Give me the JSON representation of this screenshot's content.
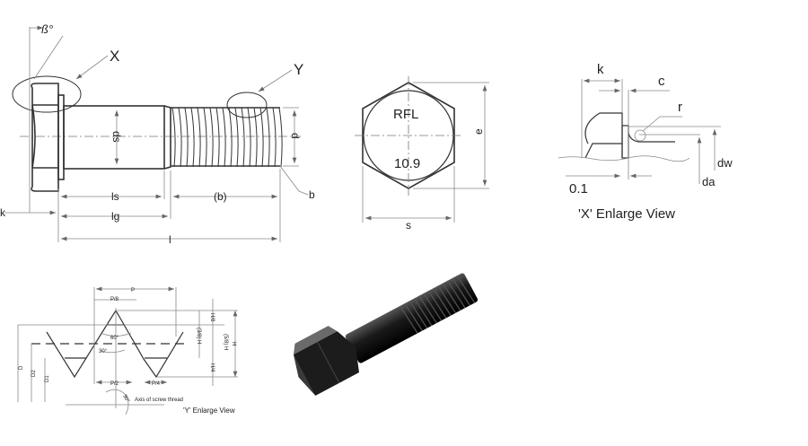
{
  "bolt_side_view": {
    "angle_label": "ß°",
    "detail_x_label": "X",
    "detail_y_label": "Y",
    "shank_diameter_label": "ds",
    "thread_diameter_label": "d",
    "chamfer_label": "b",
    "head_height_label": "k",
    "shank_length_label": "ls",
    "thread_length_label": "(b)",
    "grip_length_label": "lg",
    "total_length_label": "l"
  },
  "hex_head_view": {
    "manufacturer_mark": "RFL",
    "property_class": "10.9",
    "across_corners_label": "e",
    "across_flats_label": "s"
  },
  "x_enlarge_view": {
    "title": "'X' Enlarge View",
    "k_label": "k",
    "c_label": "c",
    "r_label": "r",
    "dw_label": "dw",
    "da_label": "da",
    "tolerance_label": "0.1"
  },
  "y_enlarge_view": {
    "title": "'Y' Enlarge View",
    "pitch_label": "P",
    "p8_label": "P/8",
    "p2_label": "P/2",
    "p4_label": "P/4",
    "angle_60": "60°",
    "angle_30": "30°",
    "angle_90": "90°",
    "h8_label": "H/8",
    "h38_label": "(3/8) H",
    "h58_label": "(5/8) H",
    "h4_label": "H/4",
    "h_label": "H",
    "d_label": "D",
    "d2_label": "D2",
    "d1_label": "D1",
    "axis_label": "Axis of screw thread"
  }
}
